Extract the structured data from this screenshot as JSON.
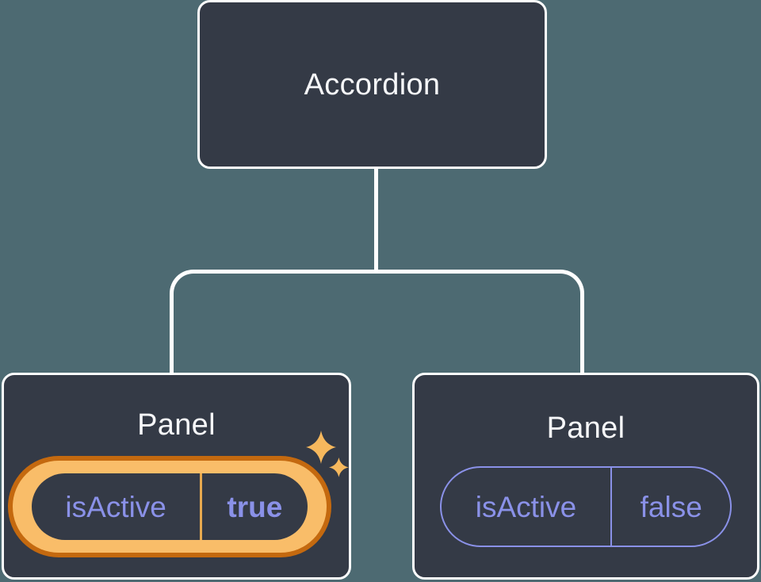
{
  "colors": {
    "background": "#4d6a72",
    "card": "#343a46",
    "line": "#ffffff",
    "title_text": "#f6f7f9",
    "purple": "#8a91e8",
    "ring_outer": "#c4690f",
    "ring_inner": "#f9bd69",
    "divider_gold": "#e7a94f",
    "sparkle": "#f6b85d"
  },
  "tree": {
    "root": {
      "label": "Accordion"
    },
    "children": [
      {
        "label": "Panel",
        "highlighted": true,
        "state": {
          "name": "isActive",
          "value": "true"
        }
      },
      {
        "label": "Panel",
        "highlighted": false,
        "state": {
          "name": "isActive",
          "value": "false"
        }
      }
    ]
  }
}
